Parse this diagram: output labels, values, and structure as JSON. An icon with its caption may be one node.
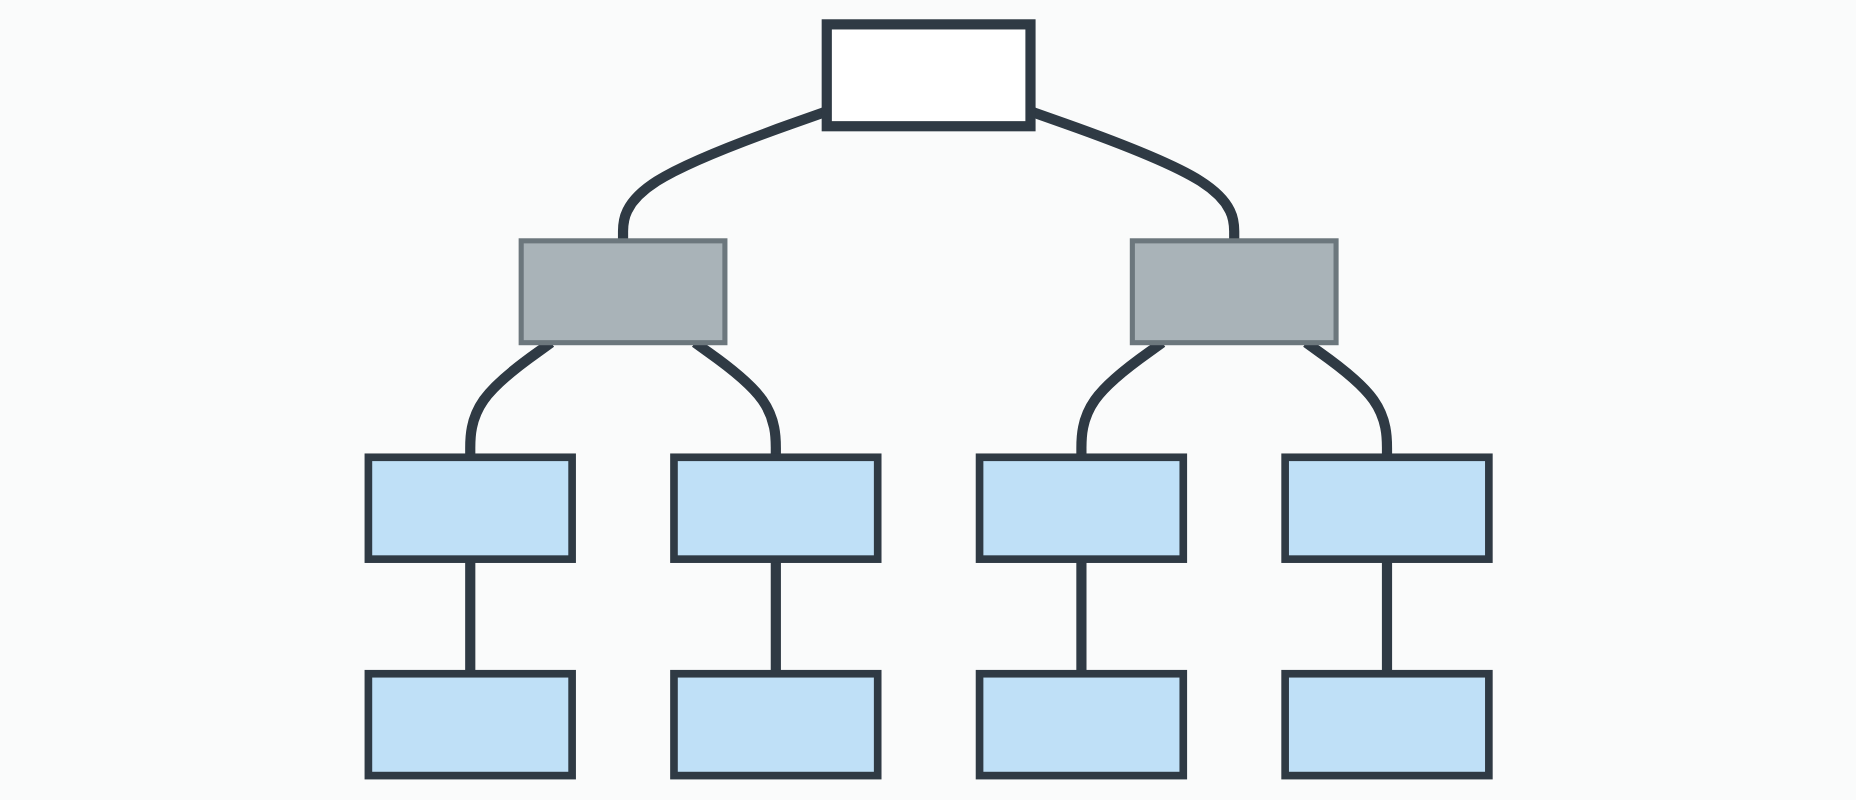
{
  "diagram": {
    "nodes": [
      {
        "text": [],
        "shape": "box"
      },
      {
        "text": [],
        "shape": "box"
      },
      {
        "text": [],
        "shape": "box"
      },
      {
        "text": [],
        "shape": "box"
      },
      {
        "text": [],
        "shape": "box"
      },
      {
        "text": [],
        "shape": "box"
      },
      {
        "text": [],
        "shape": "box"
      },
      {
        "text": [],
        "shape": "box"
      },
      {
        "text": [],
        "shape": "box"
      },
      {
        "text": [],
        "shape": "box"
      },
      {
        "text": [],
        "shape": "box"
      }
    ],
    "edges": [
      {
        "from": 0,
        "to": 1,
        "arrow": "none"
      },
      {
        "from": 0,
        "to": 2,
        "arrow": "none"
      },
      {
        "from": 1,
        "to": 3,
        "arrow": "none"
      },
      {
        "from": 1,
        "to": 4,
        "arrow": "none"
      },
      {
        "from": 2,
        "to": 5,
        "arrow": "none"
      },
      {
        "from": 2,
        "to": 6,
        "arrow": "none"
      },
      {
        "from": 3,
        "to": 7,
        "arrow": "none"
      },
      {
        "from": 4,
        "to": 8,
        "arrow": "none"
      },
      {
        "from": 5,
        "to": 9,
        "arrow": "none"
      },
      {
        "from": 6,
        "to": 10,
        "arrow": "none"
      }
    ]
  }
}
